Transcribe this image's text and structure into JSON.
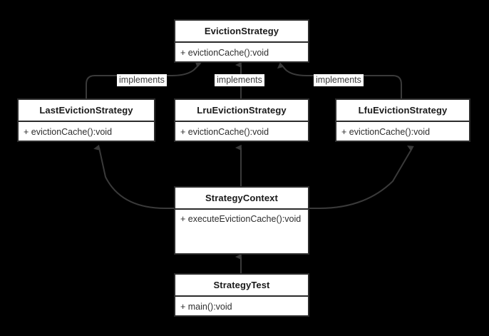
{
  "diagram": {
    "type": "uml-class-diagram",
    "background_color": "#000000",
    "box_fill_color": "#ffffff",
    "line_color": "#3a3a3a",
    "classes": [
      {
        "id": "eviction-strategy",
        "name": "EvictionStrategy",
        "members": "+ evictionCache():void"
      },
      {
        "id": "last-eviction",
        "name": "LastEvictionStrategy",
        "members": "+ evictionCache():void"
      },
      {
        "id": "lru-eviction",
        "name": "LruEvictionStrategy",
        "members": "+ evictionCache():void"
      },
      {
        "id": "lfu-eviction",
        "name": "LfuEvictionStrategy",
        "members": "+ evictionCache():void"
      },
      {
        "id": "strategy-context",
        "name": "StrategyContext",
        "members": "+ executeEvictionCache():void"
      },
      {
        "id": "strategy-test",
        "name": "StrategyTest",
        "members": "+ main():void"
      }
    ],
    "edge_labels": {
      "implements_left": "implements",
      "implements_mid": "implements",
      "implements_right": "implements"
    },
    "relationships": [
      {
        "from": "LastEvictionStrategy",
        "to": "EvictionStrategy",
        "label": "implements",
        "kind": "realization"
      },
      {
        "from": "LruEvictionStrategy",
        "to": "EvictionStrategy",
        "label": "implements",
        "kind": "realization"
      },
      {
        "from": "LfuEvictionStrategy",
        "to": "EvictionStrategy",
        "label": "implements",
        "kind": "realization"
      },
      {
        "from": "StrategyContext",
        "to": "LastEvictionStrategy",
        "label": "",
        "kind": "association"
      },
      {
        "from": "StrategyContext",
        "to": "LruEvictionStrategy",
        "label": "",
        "kind": "association"
      },
      {
        "from": "StrategyContext",
        "to": "LfuEvictionStrategy",
        "label": "",
        "kind": "association"
      },
      {
        "from": "StrategyTest",
        "to": "StrategyContext",
        "label": "",
        "kind": "association"
      }
    ]
  }
}
